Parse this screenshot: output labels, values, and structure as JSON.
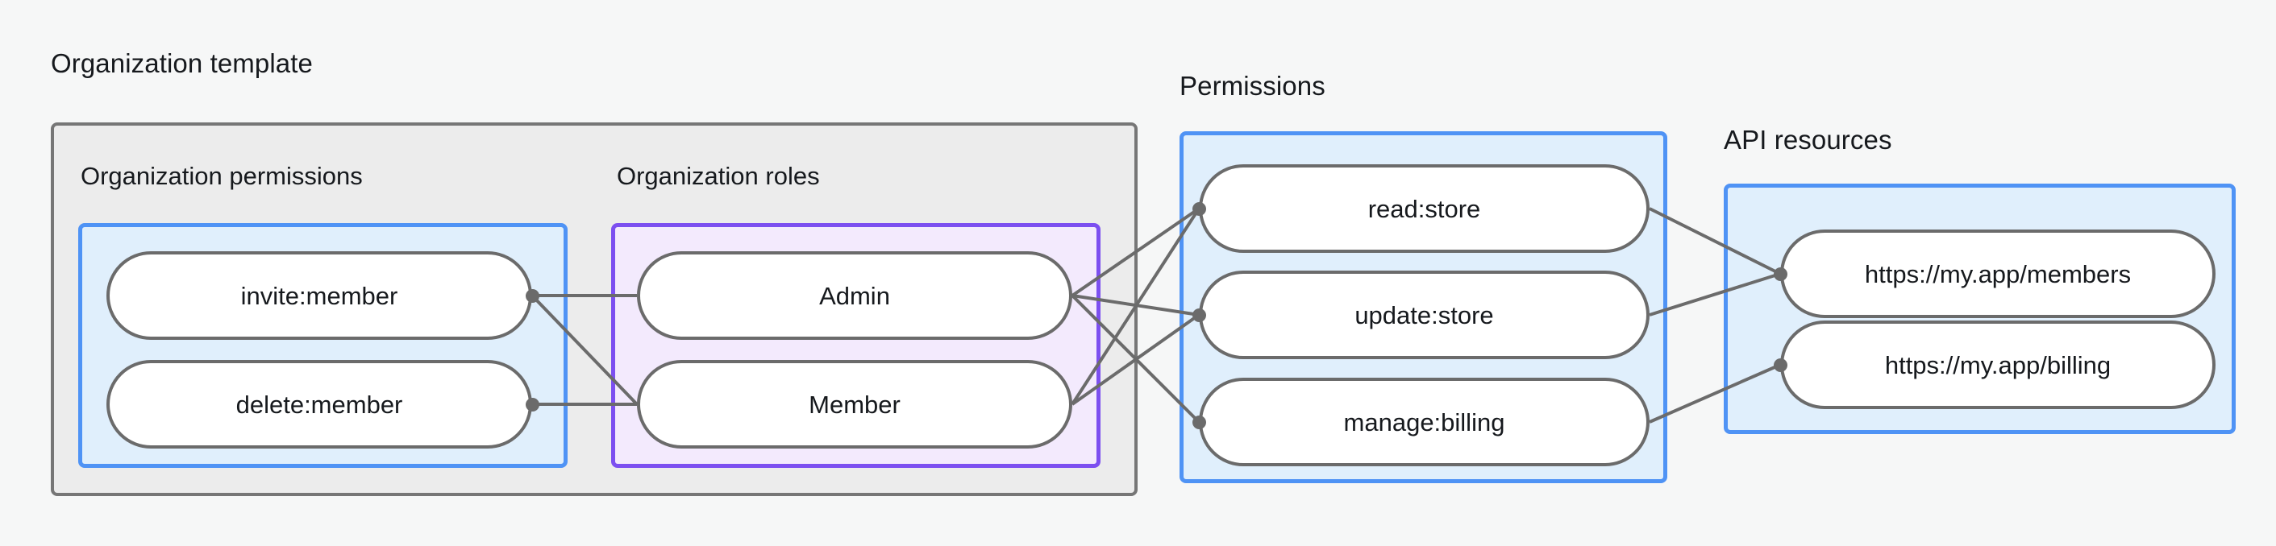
{
  "diagram": {
    "title_groups": [
      {
        "id": "org-template",
        "label": "Organization template"
      },
      {
        "id": "permissions",
        "label": "Permissions"
      },
      {
        "id": "api-resources",
        "label": "API resources"
      }
    ],
    "subgroups": [
      {
        "id": "org-permissions",
        "label": "Organization permissions"
      },
      {
        "id": "org-roles",
        "label": "Organization roles"
      }
    ],
    "nodes": {
      "org_permissions": [
        {
          "id": "invite-member",
          "label": "invite:member"
        },
        {
          "id": "delete-member",
          "label": "delete:member"
        }
      ],
      "org_roles": [
        {
          "id": "admin",
          "label": "Admin"
        },
        {
          "id": "member",
          "label": "Member"
        }
      ],
      "permissions": [
        {
          "id": "read-store",
          "label": "read:store"
        },
        {
          "id": "update-store",
          "label": "update:store"
        },
        {
          "id": "manage-billing",
          "label": "manage:billing"
        }
      ],
      "api_resources": [
        {
          "id": "members-url",
          "label": "https://my.app/members"
        },
        {
          "id": "billing-url",
          "label": "https://my.app/billing"
        }
      ]
    },
    "edges": [
      {
        "from": "invite-member",
        "to": "admin"
      },
      {
        "from": "invite-member",
        "to": "member"
      },
      {
        "from": "delete-member",
        "to": "member"
      },
      {
        "from": "admin",
        "to": "read-store"
      },
      {
        "from": "admin",
        "to": "update-store"
      },
      {
        "from": "admin",
        "to": "manage-billing"
      },
      {
        "from": "member",
        "to": "read-store"
      },
      {
        "from": "member",
        "to": "update-store"
      },
      {
        "from": "read-store",
        "to": "members-url"
      },
      {
        "from": "update-store",
        "to": "members-url"
      },
      {
        "from": "manage-billing",
        "to": "billing-url"
      }
    ],
    "colors": {
      "background": "#f6f7f7",
      "outer_border": "#767676",
      "outer_fill": "#ececec",
      "blue_border": "#4f93f5",
      "blue_fill": "#e0effc",
      "purple_border": "#7c4ff0",
      "purple_fill": "#f3eafd",
      "node_border": "#6b6b6b",
      "node_fill": "#ffffff",
      "edge": "#6b6b6b",
      "text": "#16191d"
    }
  }
}
